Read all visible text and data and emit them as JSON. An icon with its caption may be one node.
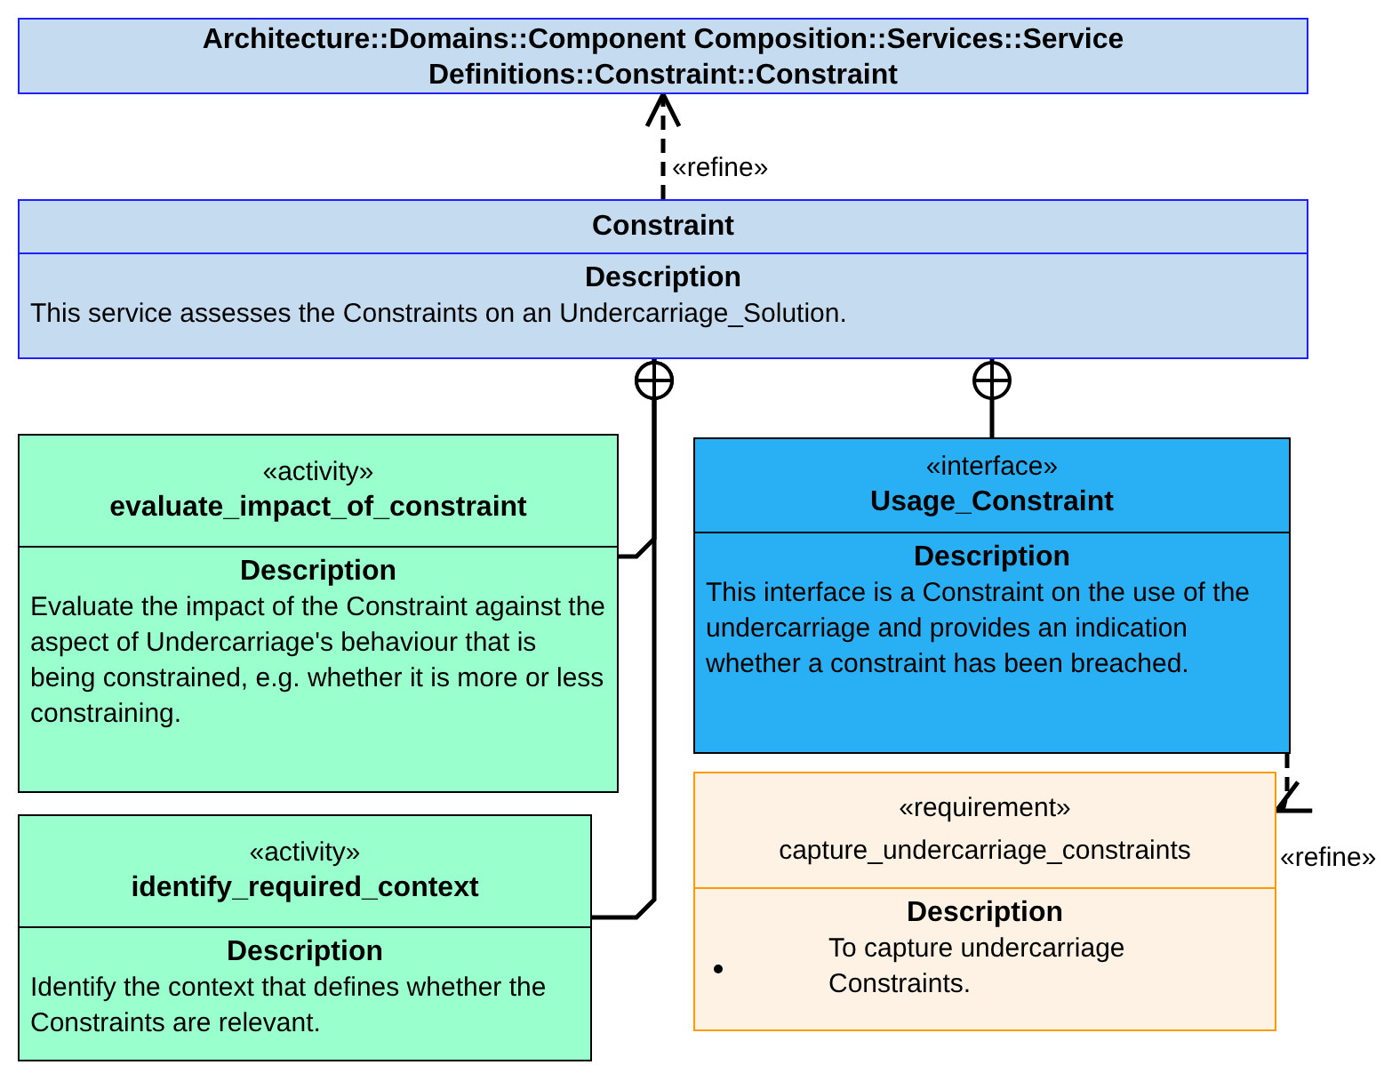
{
  "diagram": {
    "nodes": [
      {
        "text": [
          "Architecture::Domains::Component Composition::Services::Service Definitions::Constraint::Constraint"
        ]
      },
      {
        "text": [
          "Constraint",
          "Description",
          "This service assesses the Constraints on an Undercarriage_Solution."
        ]
      },
      {
        "text": [
          "«activity»",
          "evaluate_impact_of_constraint",
          "Description",
          "Evaluate the impact of the Constraint against the aspect of Undercarriage's behaviour that is being constrained, e.g. whether it is more or less constraining."
        ]
      },
      {
        "text": [
          "«activity»",
          "identify_required_context",
          "Description",
          "Identify the context that defines whether the Constraints are relevant."
        ]
      },
      {
        "text": [
          "«interface»",
          "Usage_Constraint",
          "Description",
          "This interface is a Constraint on the use of the undercarriage and provides an indication whether a constraint has been breached."
        ]
      },
      {
        "text": [
          "«requirement»",
          "capture_undercarriage_constraints",
          "Description",
          "To capture undercarriage Constraints."
        ]
      }
    ],
    "edges": [
      {
        "from": 1,
        "to": 0,
        "arrow": "to",
        "style": "dashed",
        "label": "«refine»"
      },
      {
        "from": 2,
        "to": 1,
        "arrow": "other"
      },
      {
        "from": 3,
        "to": 1,
        "arrow": "other"
      },
      {
        "from": 4,
        "to": 1,
        "arrow": "other"
      },
      {
        "from": 4,
        "to": 5,
        "arrow": "to",
        "style": "dashed",
        "label": "«refine»"
      }
    ]
  }
}
